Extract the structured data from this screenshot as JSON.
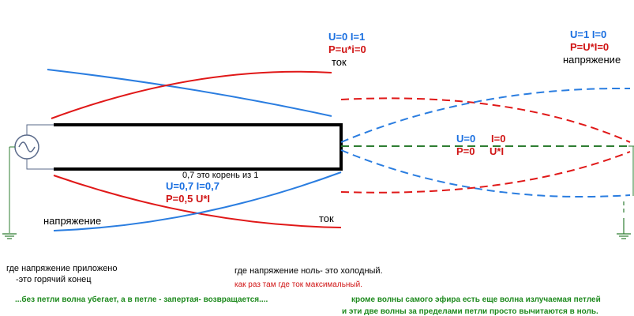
{
  "labels": {
    "top_ui": "U=0  I=1",
    "top_p": "P=u*i=0",
    "top_tok": "ток",
    "right_ui": "U=1  I=0",
    "right_p": "P=U*I=0",
    "right_voltage": "напряжение",
    "mid_u": "U=0",
    "mid_i": "I=0",
    "mid_p": "P=0",
    "mid_ui": "U*I",
    "root_note": "0,7 это корень из 1",
    "lower_ui": "U=0,7  I=0,7",
    "lower_p": "P=0,5  U*I",
    "left_voltage": "напряжение",
    "bottom_tok": "ток",
    "hot_end_1": "где напряжение приложено",
    "hot_end_2": "-это горячий конец",
    "cold_end": "где напряжение ноль- это холодный.",
    "cold_reason": "как раз там где ток максимальный.",
    "green_left": "...без петли волна убегает, а в петле - запертая- возвращается....",
    "green_right_1": "кроме волны самого эфира есть еще волна излучаемая петлей",
    "green_right_2": "и эти две волны за пределами петли просто вычитаются в ноль."
  },
  "colors": {
    "current": "#e01818",
    "voltage": "#2a7de0",
    "wire": "#000000",
    "ground": "#2e7d32",
    "green_text": "#1e8a1e",
    "red_text": "#d01414",
    "blue_text": "#1a6fe0"
  }
}
